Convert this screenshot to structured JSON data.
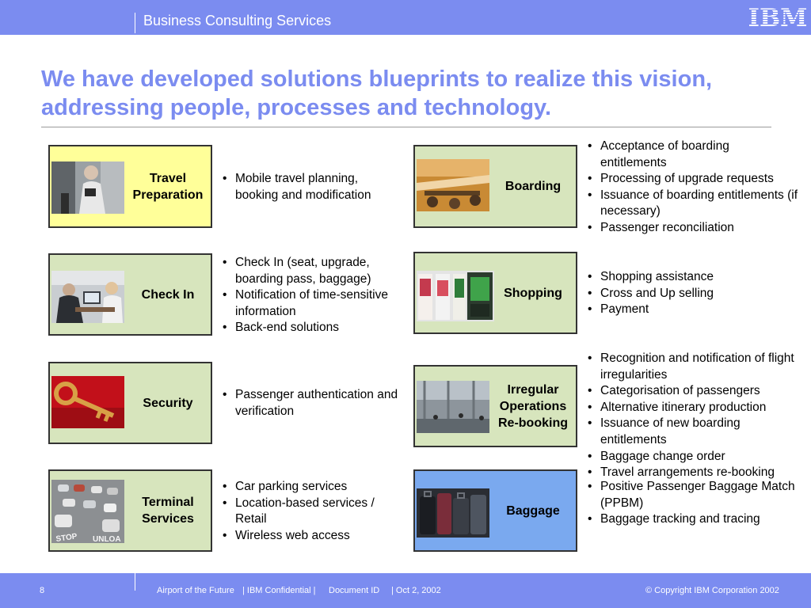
{
  "header": {
    "title": "Business Consulting Services",
    "logo": "IBM"
  },
  "headline": "We have developed solutions blueprints to realize this vision, addressing people, processes and technology.",
  "colors": {
    "accent": "#7b8cf0",
    "card_yellow": "#ffff99",
    "card_green": "#d7e5bd",
    "card_blue": "#7aa9ef"
  },
  "left_cards": [
    {
      "label": "Travel\nPreparation",
      "icon": "businesswoman-photo",
      "bullets": [
        "Mobile travel planning, booking and modification"
      ]
    },
    {
      "label": "Check In",
      "icon": "check-in-desk-photo",
      "bullets": [
        "Check In (seat, upgrade, boarding pass, baggage)",
        "Notification of time-sensitive information",
        "Back-end solutions"
      ]
    },
    {
      "label": "Security",
      "icon": "key-photo",
      "bullets": [
        "Passenger authentication and verification"
      ]
    },
    {
      "label": "Terminal\nServices",
      "icon": "parking-lot-photo",
      "bullets": [
        "Car parking services",
        "Location-based services / Retail",
        "Wireless web access"
      ]
    }
  ],
  "right_cards": [
    {
      "label": "Boarding",
      "icon": "aircraft-boarding-photo",
      "bullets": [
        "Acceptance of boarding entitlements",
        "Processing of upgrade requests",
        "Issuance of boarding entitlements (if necessary)",
        "Passenger reconciliation"
      ]
    },
    {
      "label": "Shopping",
      "icon": "vending-machines-photo",
      "bullets": [
        "Shopping assistance",
        "Cross and Up selling",
        "Payment"
      ]
    },
    {
      "label": "Irregular\nOperations\nRe-booking",
      "icon": "terminal-hall-photo",
      "bullets": [
        "Recognition and notification of flight irregularities",
        "Categorisation of passengers",
        "Alternative itinerary production",
        "Issuance of new boarding entitlements",
        "Baggage change order",
        "Travel arrangements re-booking"
      ]
    },
    {
      "label": "Baggage",
      "icon": "luggage-photo",
      "bullets": [
        "Positive Passenger Baggage Match (PPBM)",
        "Baggage tracking and tracing"
      ]
    }
  ],
  "footer": {
    "page_number": "8",
    "project": "Airport of the Future",
    "confidential": "| IBM Confidential  |",
    "document_id": "Document ID",
    "date": "|  Oct 2, 2002",
    "copyright": "© Copyright IBM Corporation 2002"
  }
}
